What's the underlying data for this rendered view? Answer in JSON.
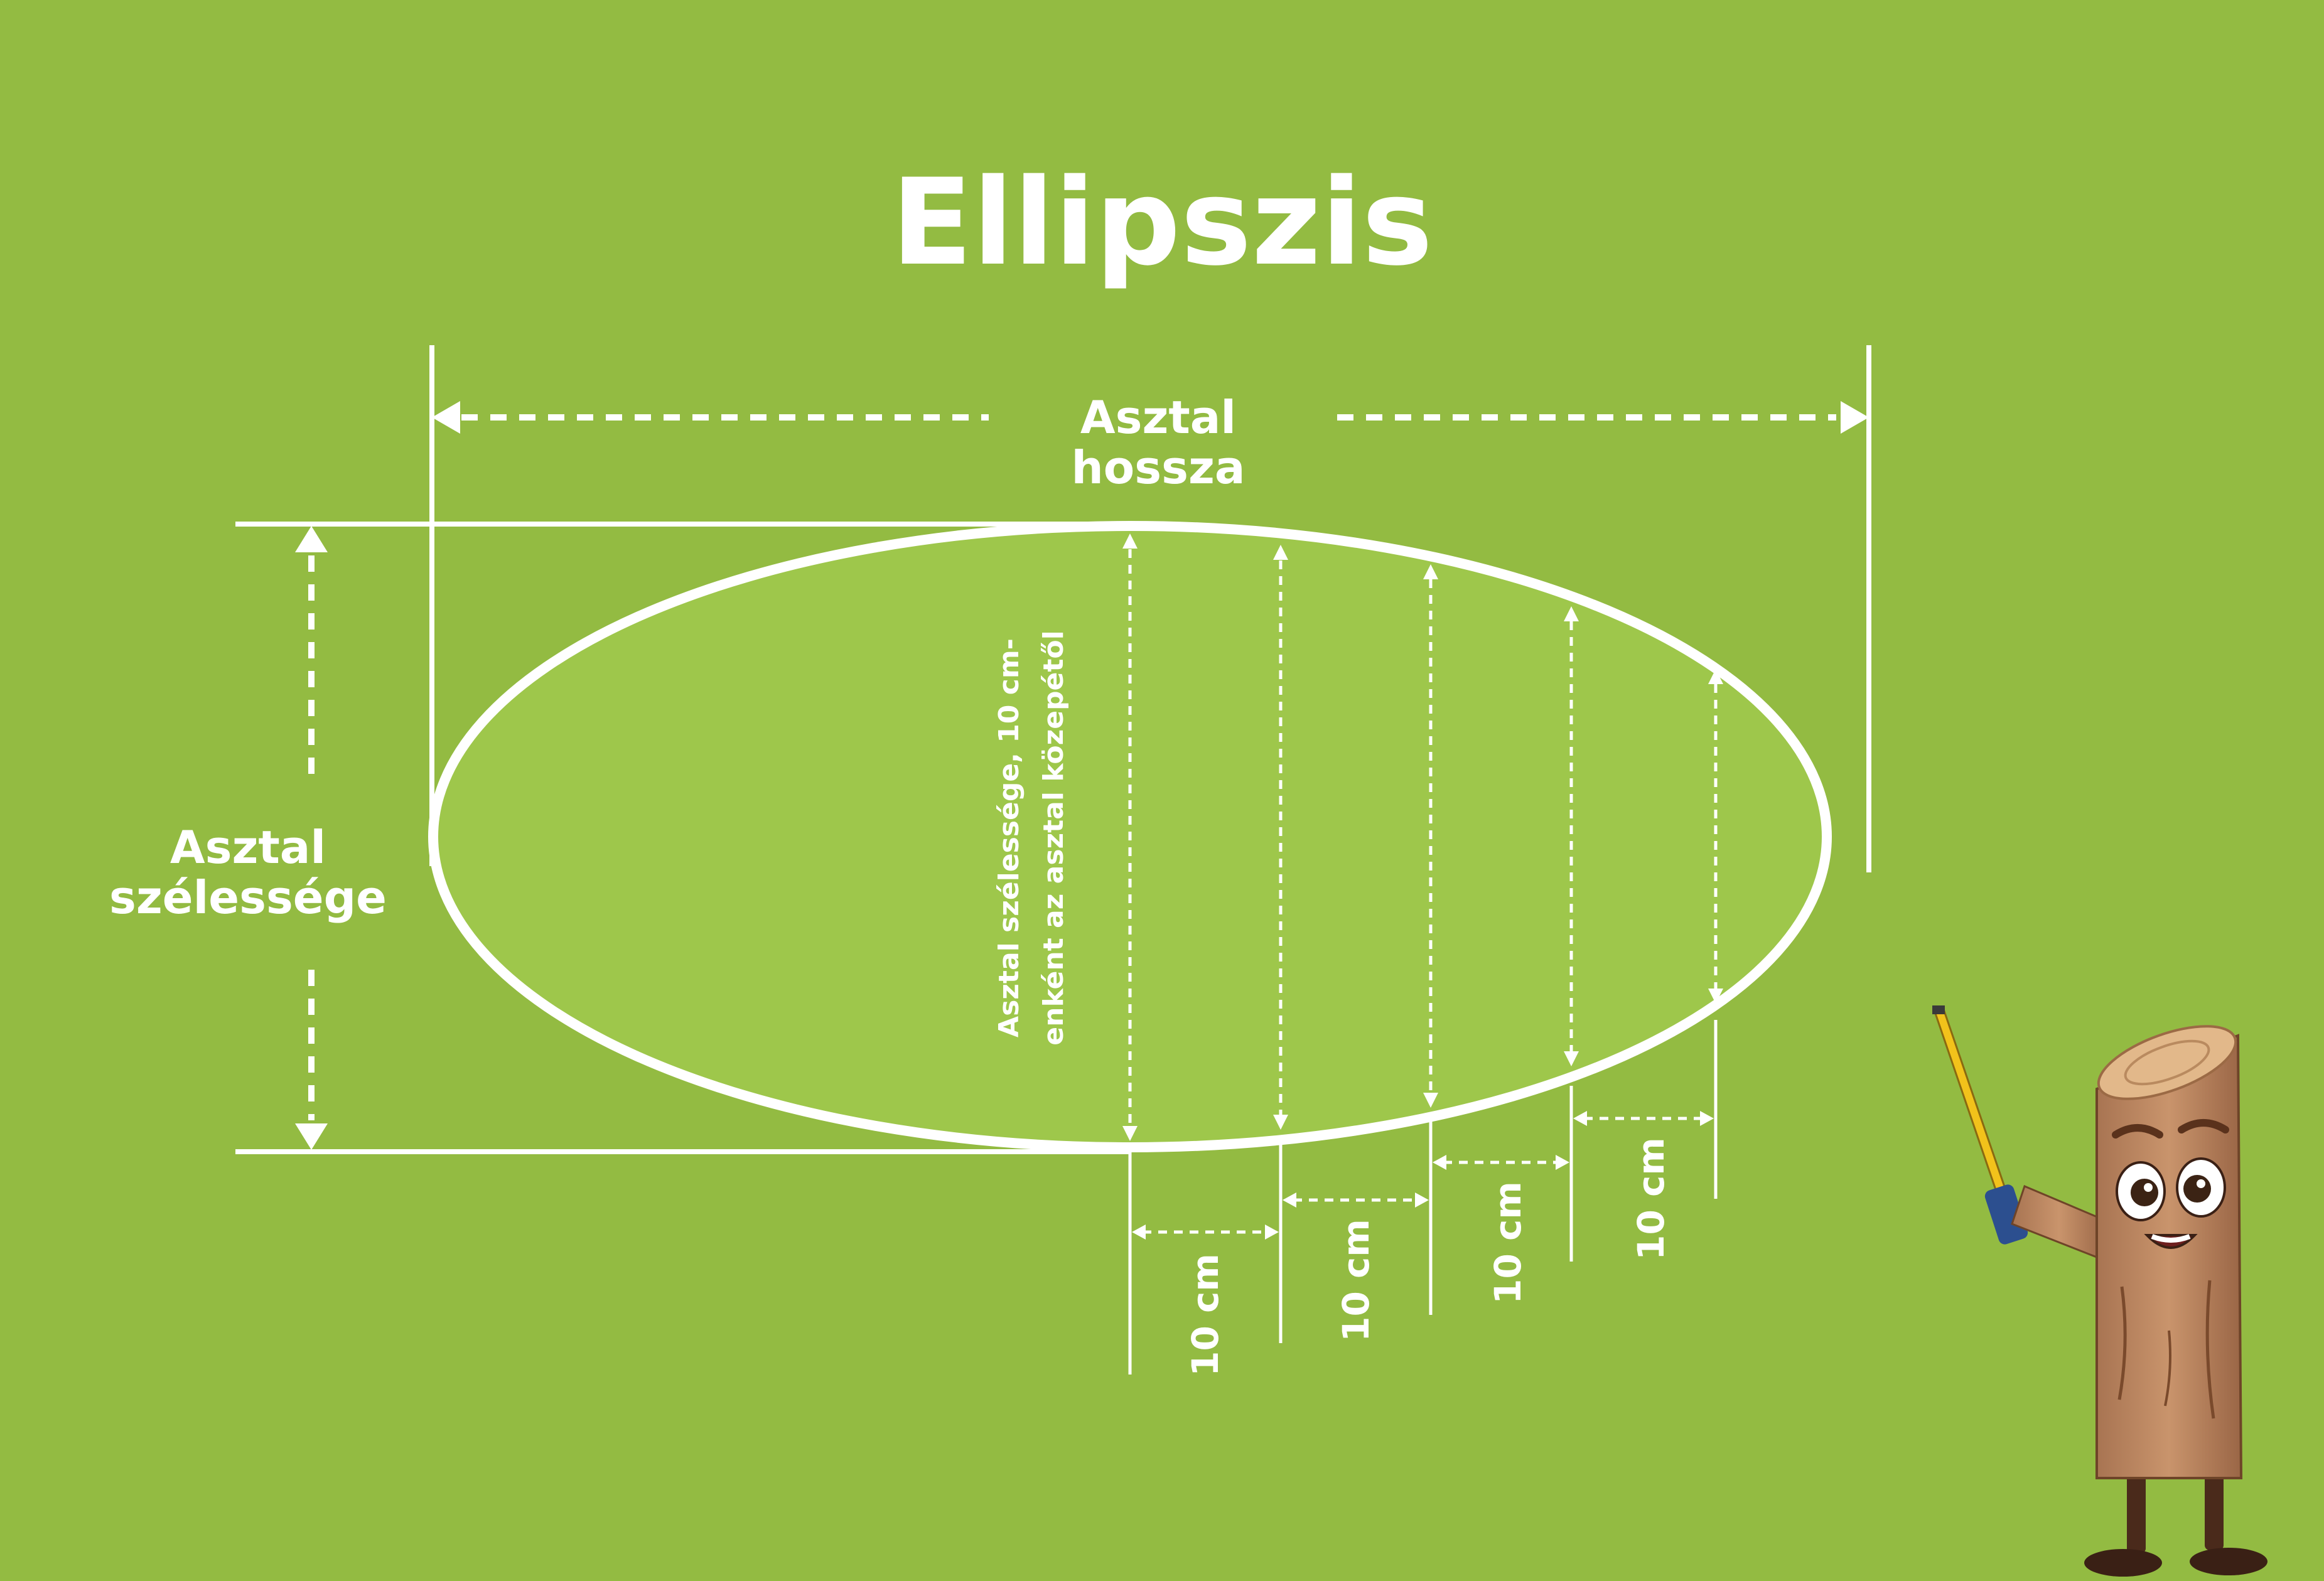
{
  "title": "Ellipszis",
  "labels": {
    "length_line1": "Asztal",
    "length_line2": "hossza",
    "width_line1": "Asztal",
    "width_line2": "szélessége",
    "measure_line1": "Asztal szélessége, 10 cm-",
    "measure_line2": "enként az asztal közepétől",
    "step": "10 cm"
  },
  "colors": {
    "background": "#93bb42",
    "ellipse_fill": "#9ec74b",
    "lines": "#ffffff"
  },
  "illustration": "wooden-log-mascot-with-tape-measure"
}
